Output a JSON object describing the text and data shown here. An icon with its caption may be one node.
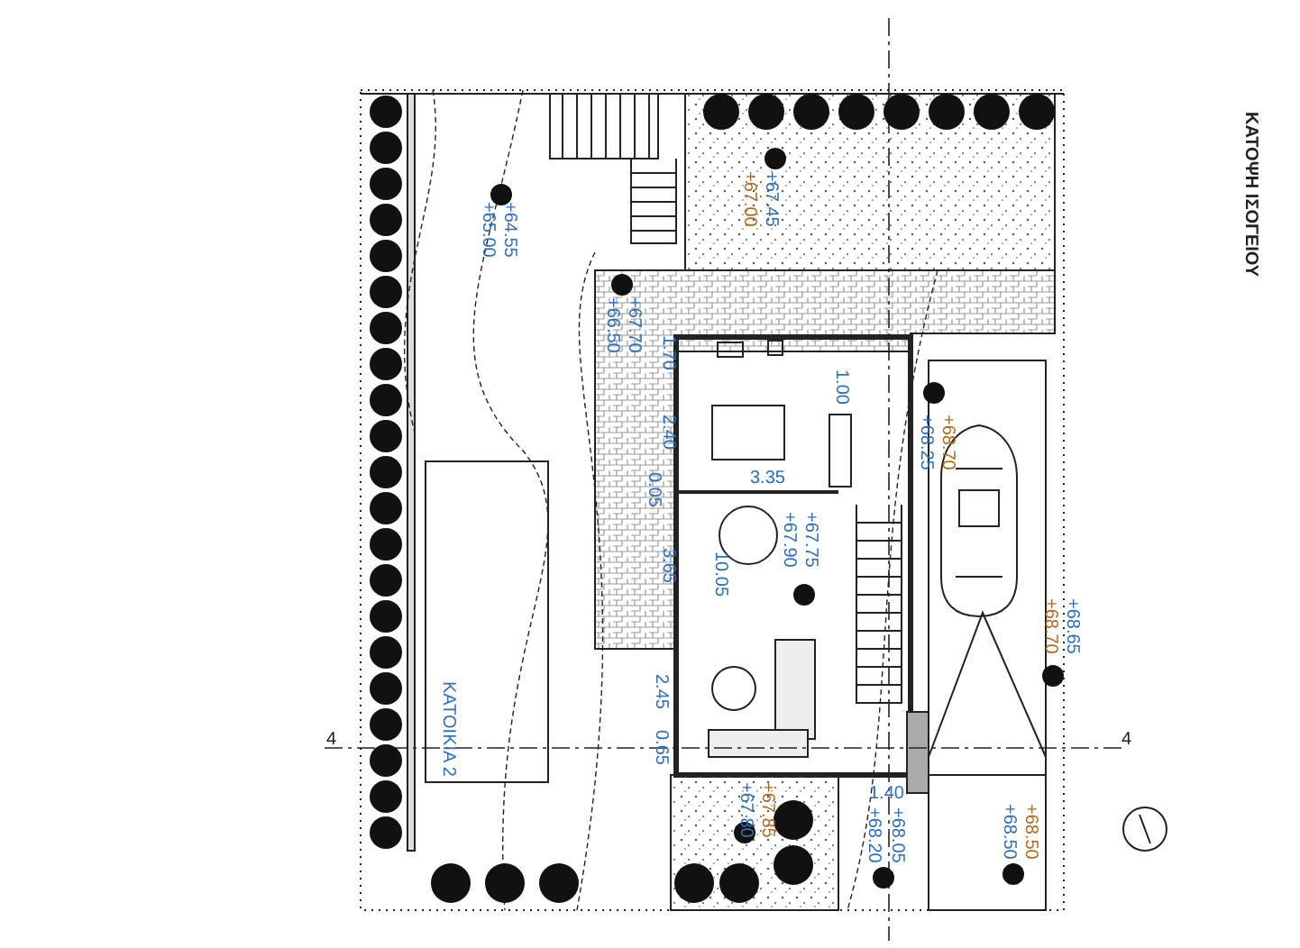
{
  "diagram": {
    "title": "ΚΑΤΟΨΗ ΙΣΟΓΕΙΟΥ",
    "labels": [
      "+64.55",
      "+65.00",
      "+67.45",
      "+67.00",
      "+67.70",
      "+66.50",
      "1.70",
      "2.40",
      "1.00",
      "+68.25",
      "+68.70",
      "3.35",
      "0.05",
      "3.65",
      "10.05",
      "+67.90",
      "+67.75",
      "+68.65",
      "+68.70",
      "ΚΑΤΟΙΚΙΑ 2",
      "2.45",
      "0.65",
      "4",
      "4",
      "+67.80",
      "+67.85",
      "1.40",
      "+68.20",
      "+68.05",
      "+68.50",
      "+68.50"
    ]
  }
}
